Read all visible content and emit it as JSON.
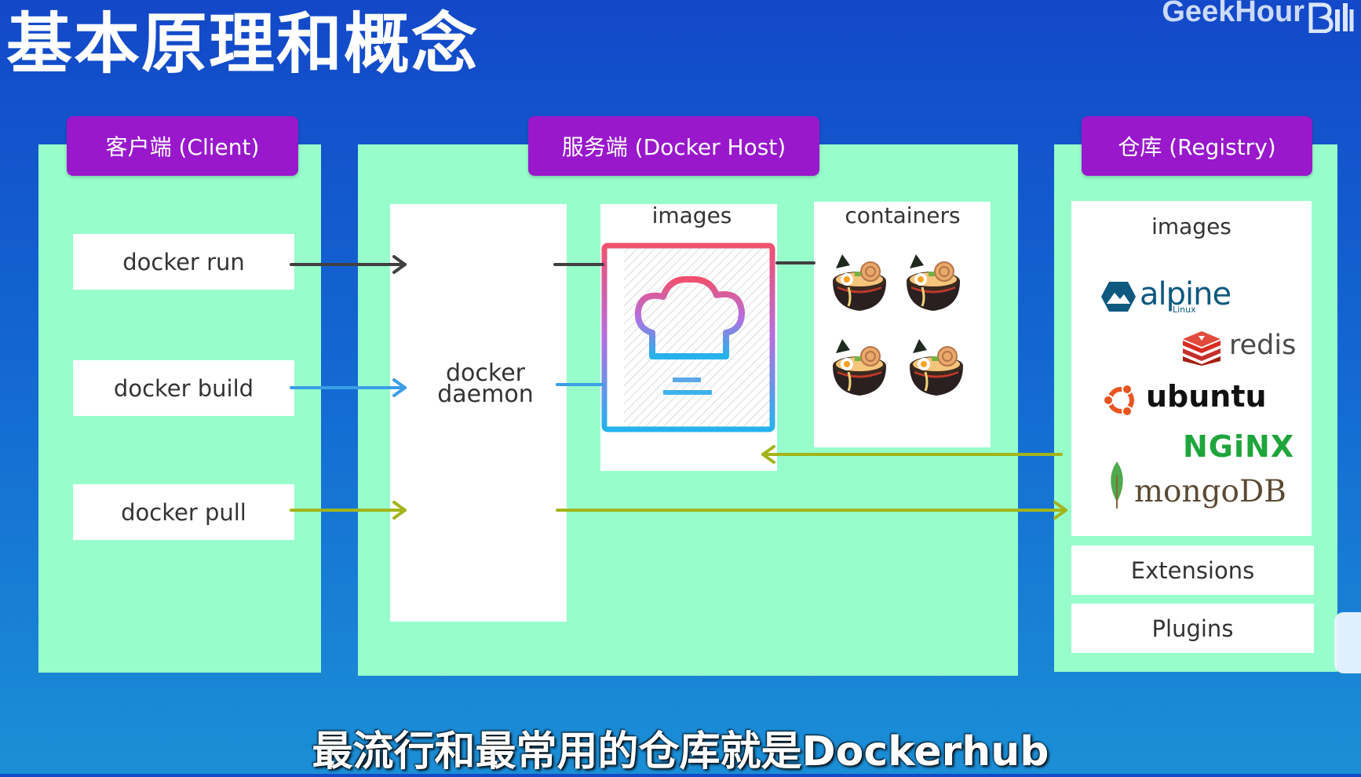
{
  "title": "基本原理和概念",
  "brand": "GeekHour",
  "client": {
    "header": "客户端 (Client)",
    "commands": [
      "docker run",
      "docker build",
      "docker pull"
    ]
  },
  "host": {
    "header": "服务端 (Docker Host)",
    "daemon_line1": "docker",
    "daemon_line2": "daemon",
    "images_label": "images",
    "containers_label": "containers"
  },
  "registry": {
    "header": "仓库 (Registry)",
    "images_label": "images",
    "logos": {
      "alpine": "alpine",
      "alpine_sub": "Linux",
      "redis": "redis",
      "ubuntu": "ubuntu",
      "nginx": "NGiNX",
      "mongodb": "mongoDB"
    },
    "extensions": "Extensions",
    "plugins": "Plugins"
  },
  "colors": {
    "panel": "#97fdcb",
    "header": "#9a18cc",
    "run_arrow": "#404040",
    "build_arrow": "#3b9ee6",
    "pull_arrow": "#a2b41a"
  },
  "icons": [
    "recipe-book-icon",
    "chef-hat-icon",
    "ramen-bowl-icon",
    "alpine-logo-icon",
    "redis-logo-icon",
    "ubuntu-logo-icon",
    "mongodb-leaf-icon",
    "bilibili-icon",
    "tv-icon"
  ],
  "subtitle": "最流行和最常用的仓库就是Dockerhub"
}
